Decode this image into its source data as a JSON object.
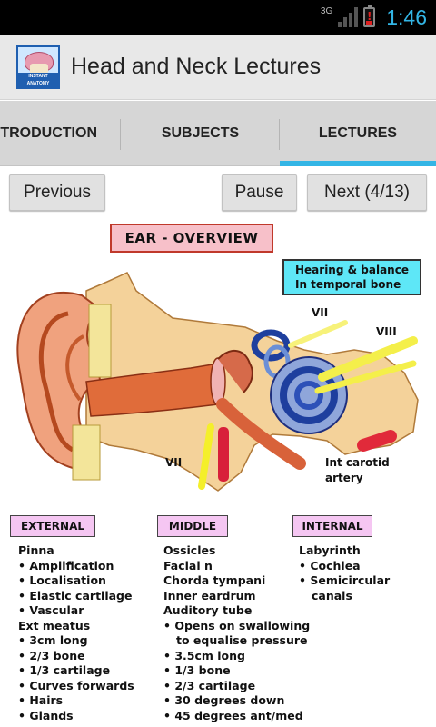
{
  "status_bar": {
    "network_type": "3G",
    "time": "1:46",
    "icons": [
      "signal-icon",
      "battery-low-icon"
    ]
  },
  "action_bar": {
    "app_icon_label": "INSTANT ANATOMY",
    "title": "Head and Neck Lectures"
  },
  "tabs": [
    {
      "label": "TRODUCTION",
      "selected": false
    },
    {
      "label": "SUBJECTS",
      "selected": false
    },
    {
      "label": "LECTURES",
      "selected": true
    }
  ],
  "controls": {
    "previous": "Previous",
    "pause": "Pause",
    "next": "Next (4/13)"
  },
  "slide": {
    "title": "EAR - OVERVIEW",
    "note": [
      "Hearing & balance",
      "In temporal bone"
    ],
    "labels": {
      "vii_top": "VII",
      "viii": "VIII",
      "vii_bottom": "VII",
      "carotid_line1": "Int carotid",
      "carotid_line2": "artery"
    },
    "sections": {
      "external": {
        "heading": "EXTERNAL",
        "lines": [
          "Pinna",
          "• Amplification",
          "• Localisation",
          "• Elastic cartilage",
          "• Vascular",
          "Ext meatus",
          "• 3cm long",
          "• 2/3 bone",
          "• 1/3 cartilage",
          "• Curves forwards",
          "• Hairs",
          "• Glands"
        ]
      },
      "middle": {
        "heading": "MIDDLE",
        "lines": [
          "Ossicles",
          "Facial n",
          "Chorda tympani",
          "Inner eardrum",
          "Auditory tube",
          "• Opens on swallowing",
          "to equalise pressure",
          "• 3.5cm long",
          "• 1/3 bone",
          "• 2/3 cartilage",
          "• 30 degrees down",
          "• 45 degrees ant/med"
        ]
      },
      "internal": {
        "heading": "INTERNAL",
        "lines": [
          "Labyrinth",
          "• Cochlea",
          "• Semicircular",
          "canals"
        ]
      }
    }
  },
  "colors": {
    "accent": "#33b5e5",
    "title_box": "#f7c0c9",
    "note_box": "#5ee7f7",
    "section_head": "#f5c6f2"
  }
}
